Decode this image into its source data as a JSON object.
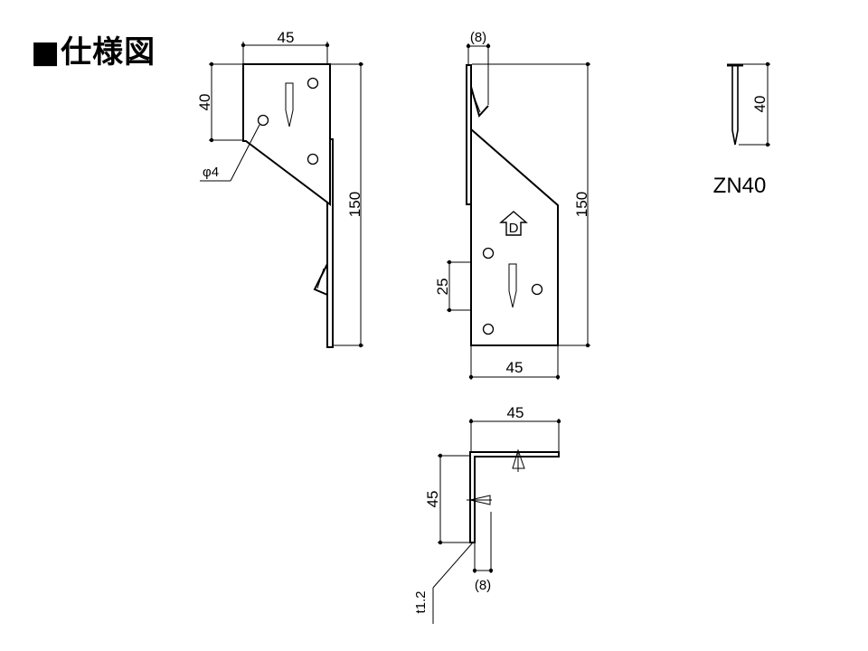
{
  "title": "■仕様図",
  "front_view": {
    "width_label": "45",
    "top_height_label": "40",
    "hole_label": "φ4",
    "total_height_label": "150"
  },
  "side_view": {
    "top_offset_label": "(8)",
    "total_height_label": "150",
    "hole_spacing_label": "25",
    "width_label": "45",
    "marker_letter": "D"
  },
  "nail": {
    "length_label": "40",
    "name": "ZN40"
  },
  "section_view": {
    "width_label": "45",
    "height_label": "45",
    "offset_label": "(8)",
    "thickness_label": "t1.2"
  }
}
